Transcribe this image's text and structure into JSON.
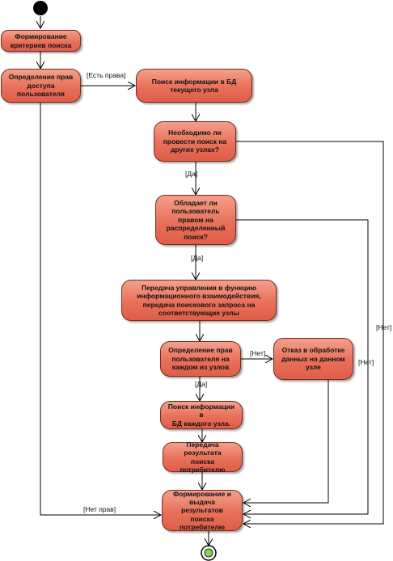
{
  "nodes": {
    "form_criteria": "Формирование\nкритериев поиска",
    "access_rights": "Определение прав\nдоступа\nпользователя",
    "search_local": "Поиск информации в БД\nтекущего узла",
    "need_other": "Необходимо ли\nпровести поиск на\nдругих узлах?",
    "has_right": "Обладает ли\nпользователь\nправом на\nраспределенный\nпоиск?",
    "transfer_control": "Передача управления в функцию\nинформационного взаимодействия,\nпередача поискового запроса на\nсоответствующие узлы",
    "rights_each_node": "Определение прав\nпользователя на\nкаждом из узлов",
    "refuse": "Отказ в обработке\nданных на данном\nузле",
    "search_each": "Поиск информации в\nБД каждого узла.",
    "send_results": "Передача результата\nпоиска потребителю",
    "final_results": "Формирование и\nвыдача результатов\nпоиска потребителю"
  },
  "edge_labels": {
    "has_rights": "[Есть права]",
    "yes1": "[Да]",
    "yes2": "[Да]",
    "no_node": "[Нет]",
    "yes3": "[Да]",
    "no_right_dist": "[Нет]",
    "no_need": "[Нет]",
    "no_rights": "[Нет прав]"
  },
  "colors": {
    "node_fill": "#e8705a",
    "node_border": "#7a2a1c",
    "final_fill": "#7ed957",
    "line": "#000000"
  }
}
